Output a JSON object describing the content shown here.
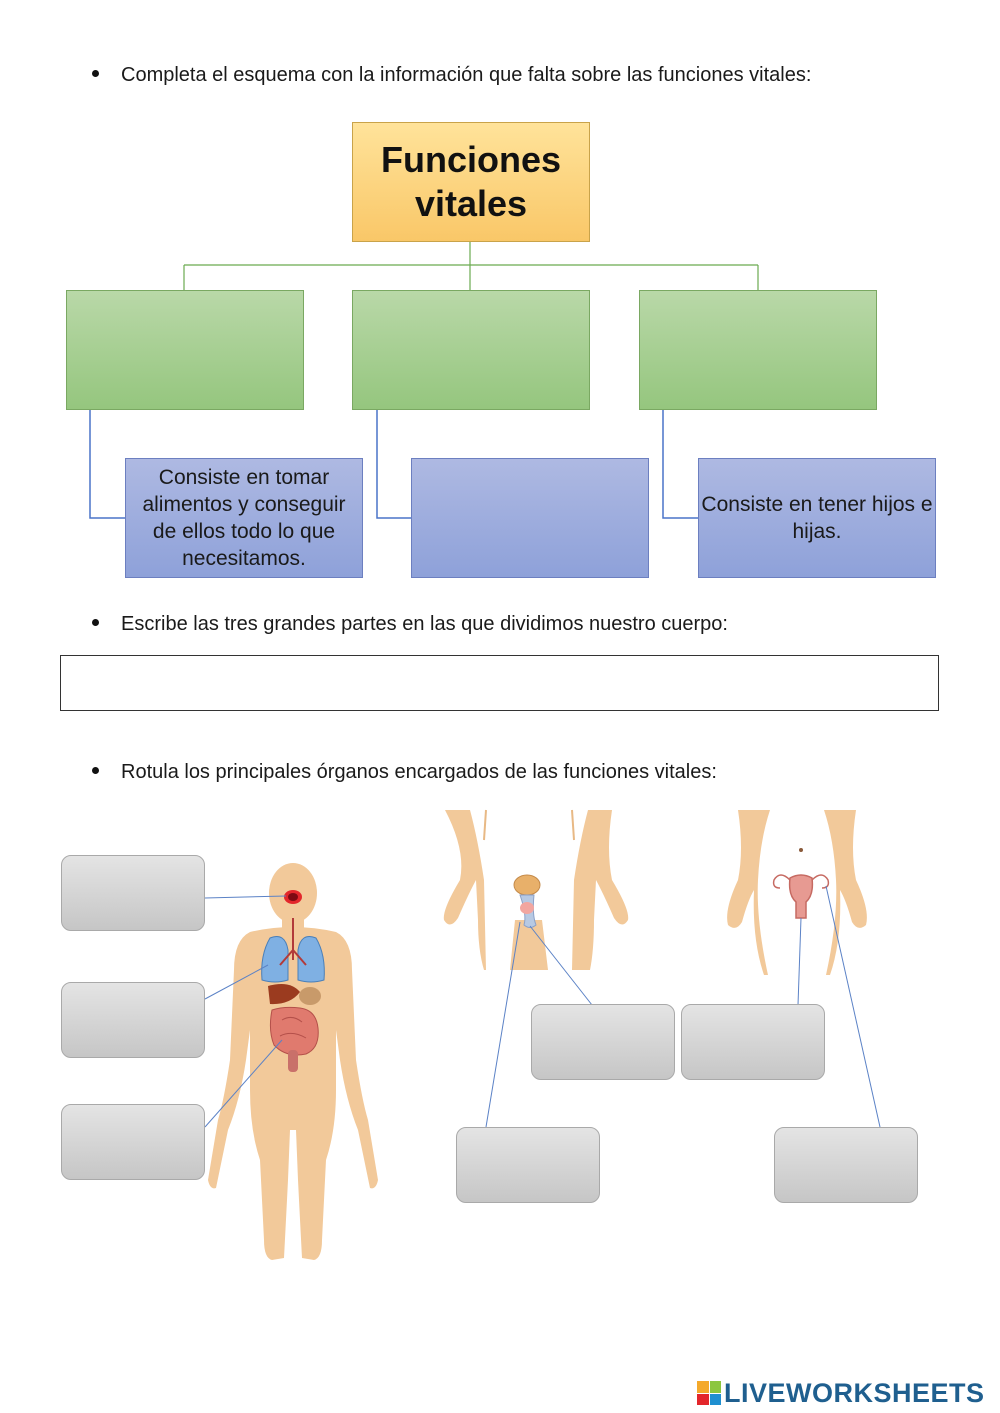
{
  "instructions": {
    "q1": "Completa el esquema con la información que falta sobre las funciones vitales:",
    "q2": "Escribe las tres grandes partes en las que dividimos nuestro cuerpo:",
    "q3": "Rotula los principales órganos encargados de las funciones vitales:"
  },
  "scheme": {
    "title_line1": "Funciones",
    "title_line2": "vitales",
    "descriptions": [
      "Consiste en tomar alimentos y conseguir de ellos todo lo que necesitamos.",
      "",
      "Consiste en tener hijos e hijas."
    ]
  },
  "colors": {
    "title_fill": "#f9c768",
    "function_box_fill": "#a6d08f",
    "description_box_fill": "#9aabdd",
    "connector_green": "#6aaa4f",
    "connector_blue": "#4a74c9",
    "label_box_fill": "#d4d4d4",
    "body_skin": "#f2c99a"
  },
  "illustrations": [
    "human-body-organs",
    "male-reproductive-system",
    "female-reproductive-system"
  ],
  "branding": {
    "logo_text": "LIVEWORKSHEETS"
  }
}
